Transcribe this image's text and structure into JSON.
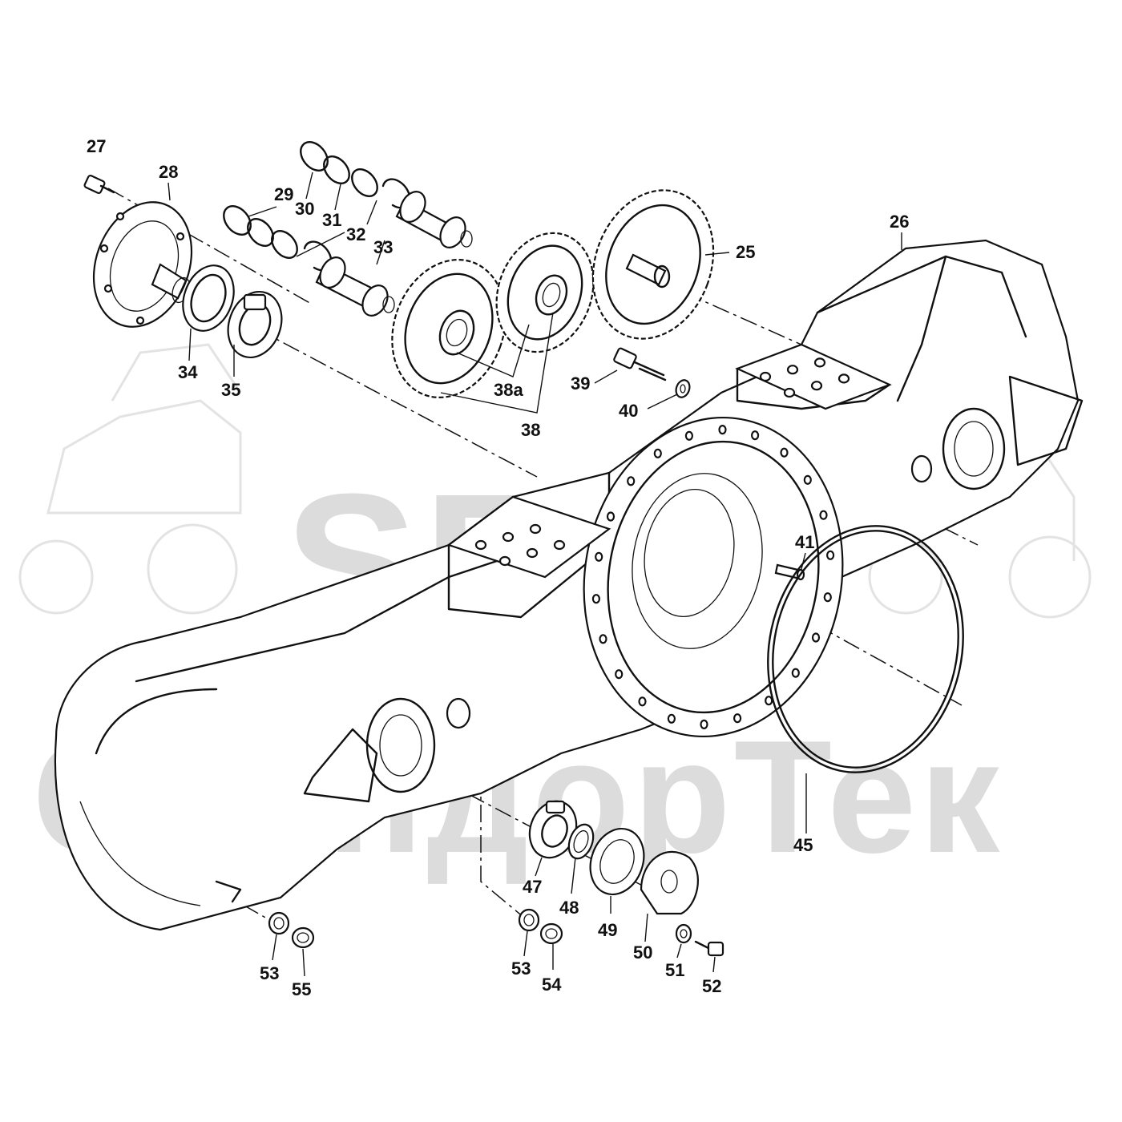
{
  "watermark": {
    "line1": "SFT",
    "line2": "СкандорТек"
  },
  "callouts": [
    {
      "id": "c27",
      "text": "27"
    },
    {
      "id": "c28",
      "text": "28"
    },
    {
      "id": "c29",
      "text": "29"
    },
    {
      "id": "c30",
      "text": "30"
    },
    {
      "id": "c31",
      "text": "31"
    },
    {
      "id": "c32",
      "text": "32"
    },
    {
      "id": "c33",
      "text": "33"
    },
    {
      "id": "c25",
      "text": "25"
    },
    {
      "id": "c26",
      "text": "26"
    },
    {
      "id": "c34",
      "text": "34"
    },
    {
      "id": "c35",
      "text": "35"
    },
    {
      "id": "c38a",
      "text": "38a"
    },
    {
      "id": "c38",
      "text": "38"
    },
    {
      "id": "c39",
      "text": "39"
    },
    {
      "id": "c40",
      "text": "40"
    },
    {
      "id": "c41",
      "text": "41"
    },
    {
      "id": "c45",
      "text": "45"
    },
    {
      "id": "c47",
      "text": "47"
    },
    {
      "id": "c48",
      "text": "48"
    },
    {
      "id": "c49",
      "text": "49"
    },
    {
      "id": "c50",
      "text": "50"
    },
    {
      "id": "c51",
      "text": "51"
    },
    {
      "id": "c52",
      "text": "52"
    },
    {
      "id": "c53a",
      "text": "53"
    },
    {
      "id": "c53b",
      "text": "53"
    },
    {
      "id": "c54",
      "text": "54"
    },
    {
      "id": "c55",
      "text": "55"
    }
  ]
}
